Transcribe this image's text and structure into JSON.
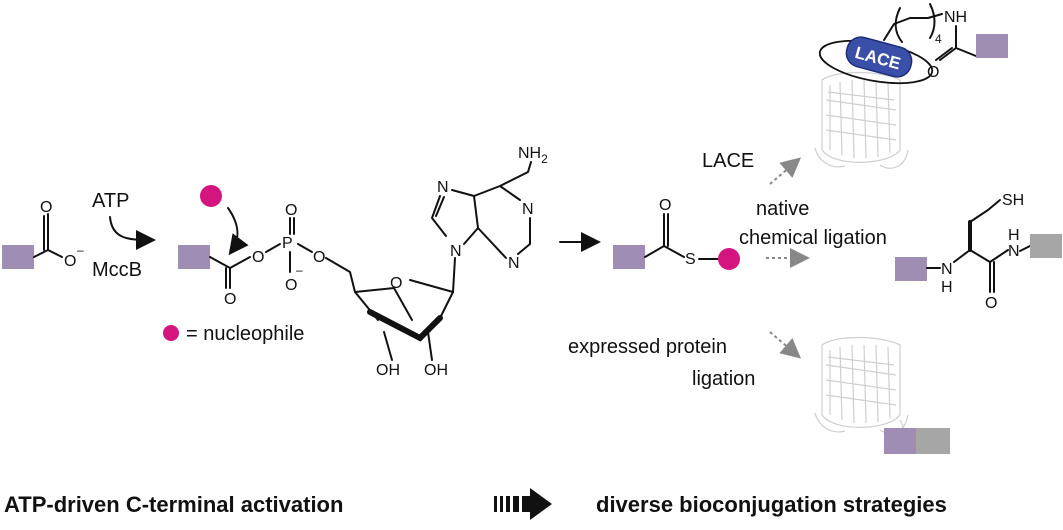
{
  "colors": {
    "peptide_block": "#a08db3",
    "grey_block": "#a6a6a6",
    "nucleophile": "#d4157f",
    "lace_tag": "#3a4fa8",
    "protein_lines": "#cfcfcf",
    "dashed_arrow": "#888888"
  },
  "left": {
    "charge_minus": "–",
    "reagent_top": "ATP",
    "reagent_bottom": "MccB",
    "legend_text": "= nucleophile"
  },
  "intermediate": {
    "atoms": {
      "O_carbonyl": "O",
      "O_bridge1": "O",
      "P": "P",
      "O_p_top": "O",
      "O_p_bottom": "O",
      "O_p_minus": "–",
      "O_bridge2": "O",
      "O_ring": "O",
      "N9": "N",
      "N7": "N",
      "N1": "N",
      "N3": "N",
      "NH2": "NH",
      "NH2_sub": "2",
      "OH_left": "OH",
      "OH_right": "OH"
    }
  },
  "thioester": {
    "O": "O",
    "S": "S"
  },
  "right": {
    "lace_label": "LACE",
    "lace_tag_text": "LACE",
    "lace_repeat": "4",
    "lace_nh": "NH",
    "lace_o": "O",
    "ncl_label_1": "native",
    "ncl_label_2": "chemical ligation",
    "ncl_sh": "SH",
    "ncl_nh": "N",
    "ncl_h": "H",
    "ncl_h2": "H",
    "ncl_n2": "N",
    "ncl_o": "O",
    "epl_label_1": "expressed protein",
    "epl_label_2": "ligation"
  },
  "footer": {
    "left_caption": "ATP-driven C-terminal activation",
    "right_caption": "diverse bioconjugation strategies"
  }
}
